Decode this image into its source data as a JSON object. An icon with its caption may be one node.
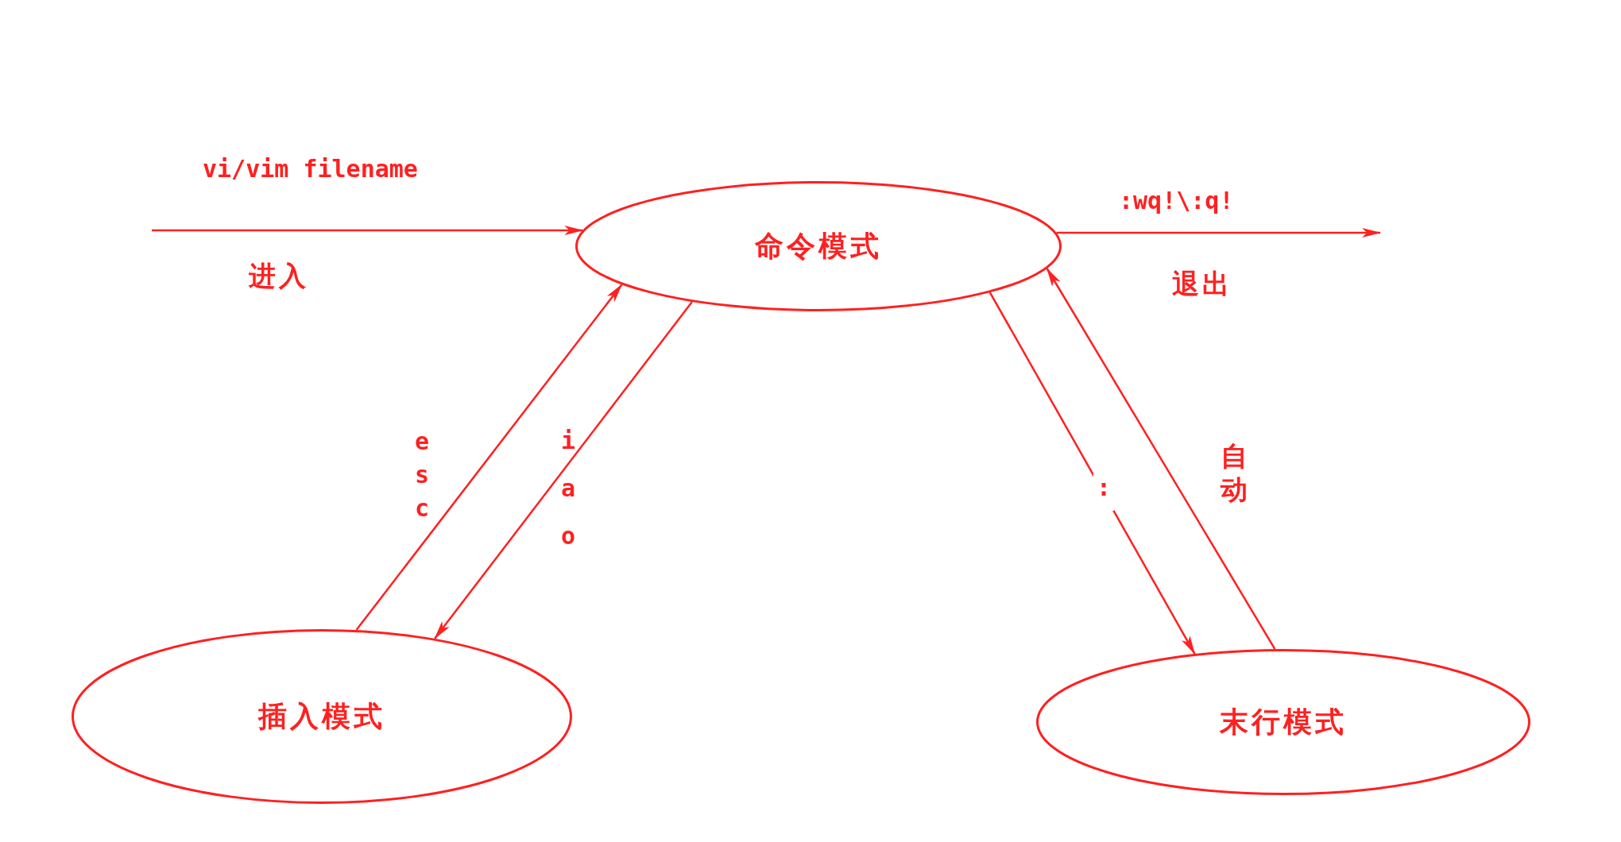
{
  "diagram": {
    "nodes": [
      {
        "text": [
          "命令模式"
        ]
      },
      {
        "text": [
          "插入模式"
        ]
      },
      {
        "text": [
          "末行模式"
        ]
      }
    ],
    "edges": [
      {
        "from": null,
        "to": 0,
        "arrow": "to",
        "label": "vi/vim filename"
      },
      {
        "from": 0,
        "to": null,
        "arrow": "to",
        "label": ":wq!\\:q!"
      },
      {
        "from": 1,
        "to": 0,
        "arrow": "to",
        "label": "esc"
      },
      {
        "from": 0,
        "to": 1,
        "arrow": "to",
        "label": "i a o"
      },
      {
        "from": 0,
        "to": 2,
        "arrow": "to",
        "label": ":"
      },
      {
        "from": 2,
        "to": 0,
        "arrow": "to",
        "label": "自动"
      }
    ],
    "labels": [
      "进入",
      "退出"
    ]
  }
}
